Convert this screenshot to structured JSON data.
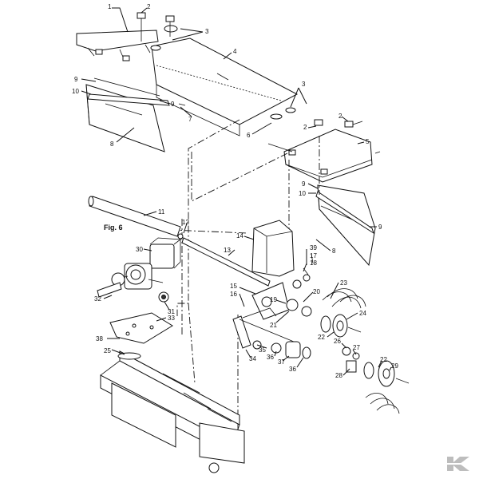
{
  "figure_label": "Fig. 6",
  "callouts": {
    "c1": "1",
    "c2a": "2",
    "c3a": "3",
    "c4": "4",
    "c9a": "9",
    "c10a": "10",
    "c9b": "9",
    "c7": "7",
    "c8a": "8",
    "c3b": "3",
    "c6": "6",
    "c2b": "2",
    "c2c": "2",
    "c5": "5",
    "c9c": "9",
    "c10b": "10",
    "c9d": "9",
    "c8b": "8",
    "c11": "11",
    "c12": "12",
    "c14": "14",
    "c13": "13",
    "c39": "39",
    "c17": "17",
    "c18": "18",
    "c30": "30",
    "c15": "15",
    "c23": "23",
    "c16": "16",
    "c20": "20",
    "c19": "19",
    "c21": "21",
    "c24": "24",
    "c32": "32",
    "c31": "31",
    "c33": "33",
    "c38": "38",
    "c26": "26",
    "c27": "27",
    "c22a": "22",
    "c35": "35",
    "c36a": "36",
    "c37": "37",
    "c34": "34",
    "c22b": "22",
    "c29": "29",
    "c36b": "36",
    "c28": "28",
    "c25": "25"
  },
  "logo_icon": "brand-k-logo-icon",
  "colors": {
    "ink": "#111111",
    "paper": "#ffffff",
    "logo": "#bdbdbd"
  }
}
